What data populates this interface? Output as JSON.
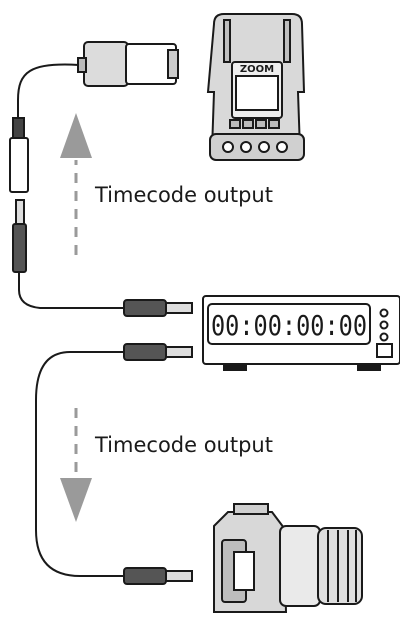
{
  "labels": {
    "timecode_output_top": "Timecode output",
    "timecode_output_bottom": "Timecode output"
  },
  "devices": {
    "recorder_brand": "ZOOM",
    "timecode_display": "00:00:00:00"
  },
  "colors": {
    "outline": "#1a1a1a",
    "device_gray": "#d6d6d6",
    "device_dark": "#555555",
    "arrow_gray": "#9a9a9a",
    "screen": "#ffffff"
  },
  "icons": {
    "recorder": "zoom-recorder-icon",
    "adapter": "usb-timecode-adapter-icon",
    "generator": "timecode-generator-icon",
    "camera": "camera-icon"
  }
}
